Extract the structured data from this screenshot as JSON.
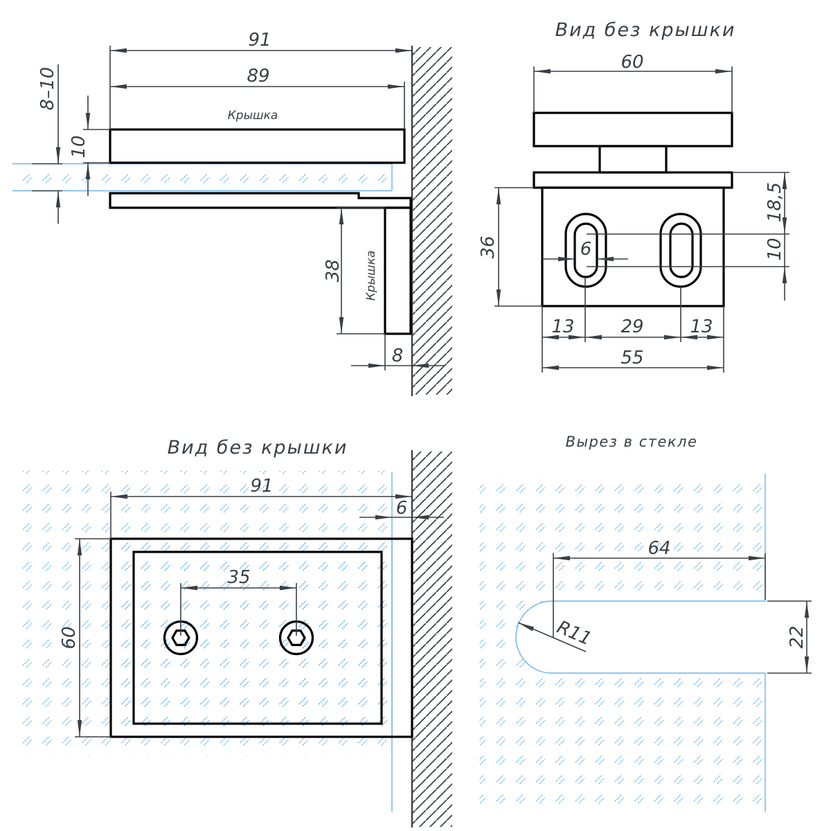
{
  "colors": {
    "outline": "#000000",
    "dimension": "#3a3f44",
    "glass": "#6ab4ef",
    "background": "#ffffff"
  },
  "views": {
    "side": {
      "dims": {
        "overall_length": "91",
        "cover_length": "89",
        "glass_thickness": "8–10",
        "cover_thickness": "10",
        "wall_plate_height": "38",
        "wall_plate_thickness": "8"
      },
      "labels": {
        "cover_top": "Крышка",
        "cover_side": "Крышка"
      }
    },
    "front": {
      "title": "Вид без крышки",
      "dims": {
        "width_top": "60",
        "height": "36",
        "offset_top": "18,5",
        "slot_length": "10",
        "slot_width": "6",
        "edge_left": "13",
        "slot_spacing": "29",
        "edge_right": "13",
        "base_width": "55"
      }
    },
    "plan": {
      "title": "Вид без крышки",
      "dims": {
        "overall_length": "91",
        "wall_gap": "6",
        "height": "60",
        "screw_spacing": "35"
      }
    },
    "cutout": {
      "title": "Вырез в стекле",
      "dims": {
        "depth": "64",
        "radius": "R11",
        "width": "22"
      }
    }
  }
}
